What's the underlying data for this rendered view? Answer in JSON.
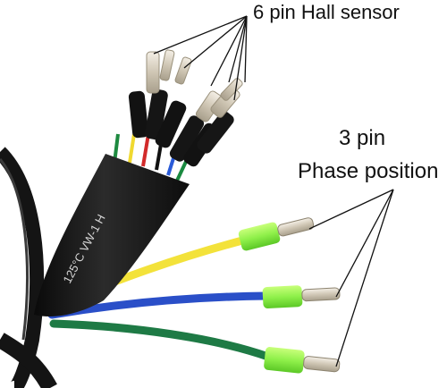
{
  "labels": {
    "hall_sensor": "6 pin Hall sensor",
    "phase_line1": "3 pin",
    "phase_line2": "Phase position"
  },
  "sheath_print": "125°C VW-1 H",
  "colors": {
    "background": "#ffffff",
    "sheath": "#161616",
    "wire_yellow": "#f3e23a",
    "wire_blue": "#2a4fc8",
    "wire_green": "#1e7a45",
    "wire_red": "#d22a2a",
    "connector_green": "#8ff04a",
    "heatshrink": "#121212",
    "pin_metal": "#d9d1c2"
  },
  "icons": {
    "pointer_lines": "pointer-lines",
    "connector": "bullet-connector"
  }
}
